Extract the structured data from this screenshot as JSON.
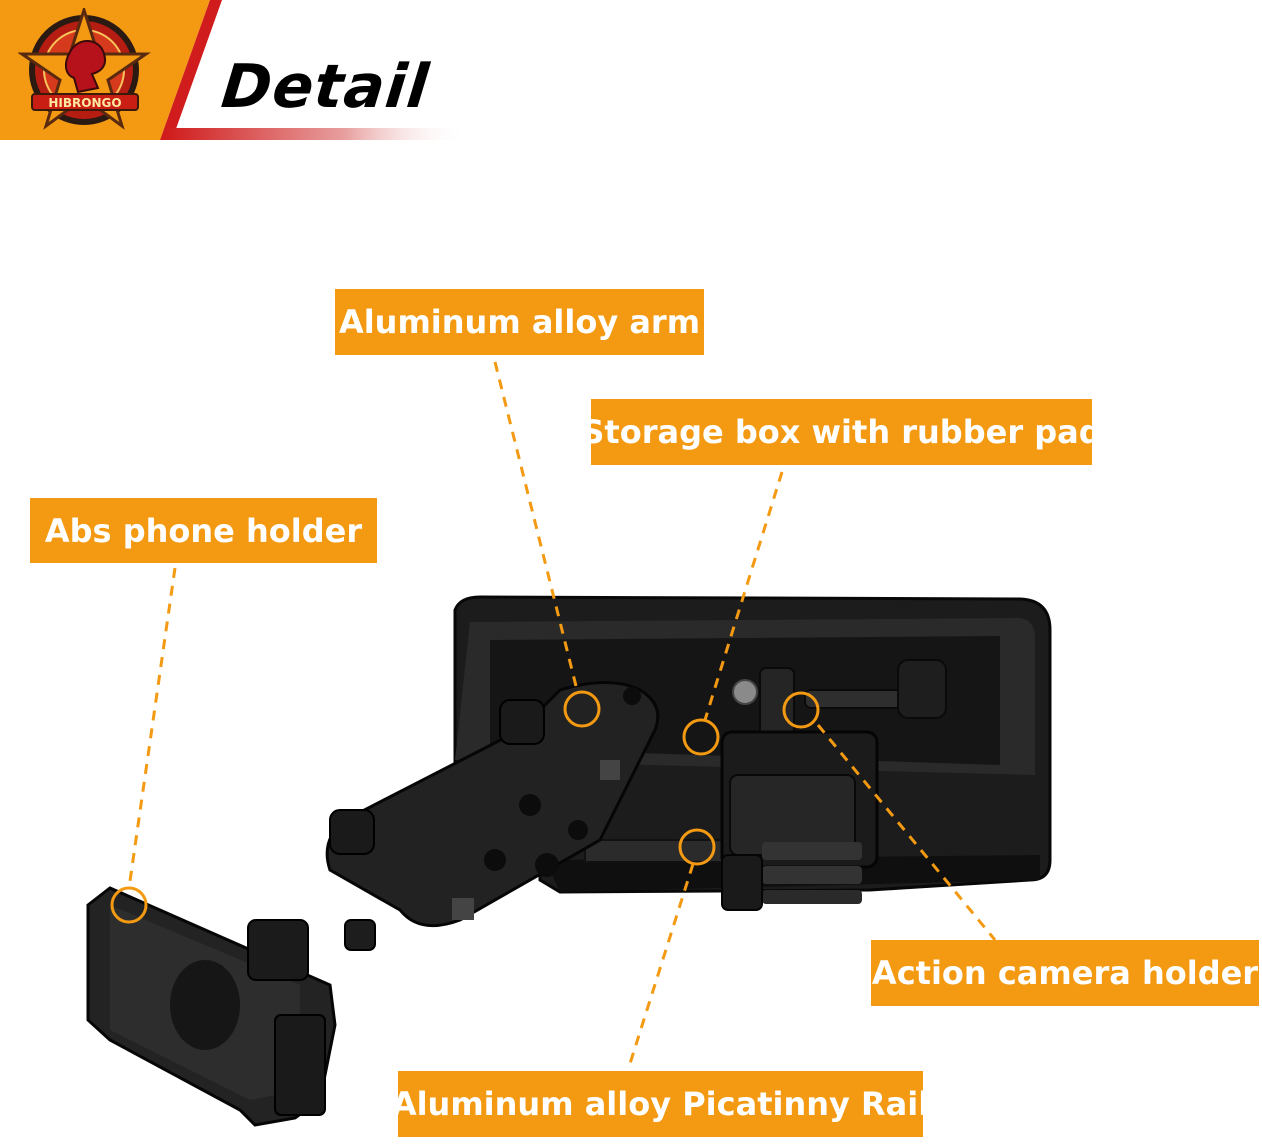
{
  "header": {
    "title": "Detail",
    "logo_text": "HIBRONGO",
    "accent_orange": "#f39a12",
    "accent_red": "#d01c1c"
  },
  "callouts": {
    "arm": "Aluminum alloy arm",
    "storage_box": "Storage box with rubber pad",
    "phone_holder": "Abs phone holder",
    "camera_holder": "Action camera holder",
    "rail": "Aluminum alloy Picatinny Rail"
  },
  "colors": {
    "callout_bg": "#f39a12",
    "callout_text": "#ffffff",
    "product": "#1c1c1c"
  }
}
